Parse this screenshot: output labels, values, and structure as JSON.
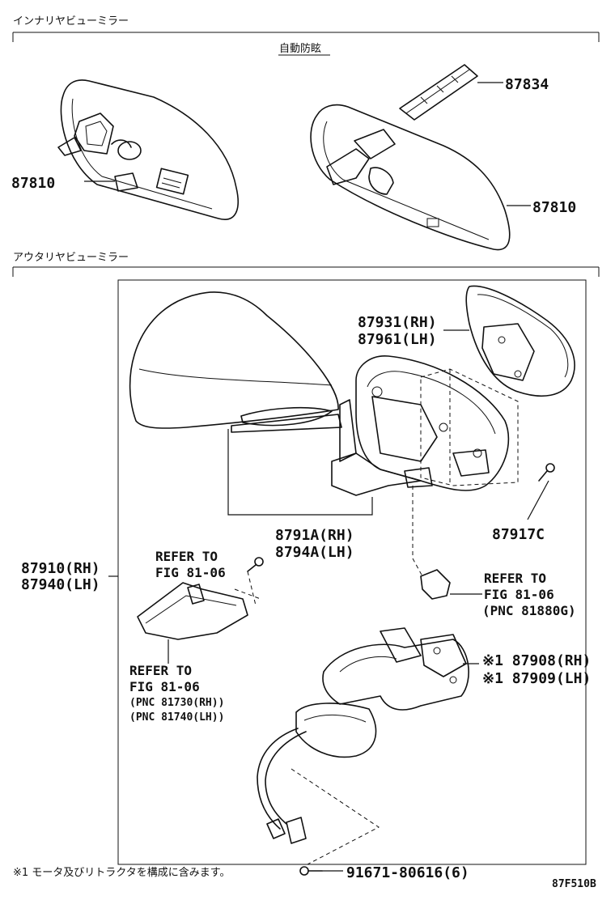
{
  "sections": {
    "inner_title": "インナリヤビューミラー",
    "inner_sub": "自動防眩",
    "outer_title": "アウタリヤビューミラー"
  },
  "parts": {
    "p87834": "87834",
    "p87810_left": "87810",
    "p87810_right": "87810",
    "p87931": "87931(RH)",
    "p87961": "87961(LH)",
    "p87917c": "87917C",
    "p8791a": "8791A(RH)",
    "p8794a": "8794A(LH)",
    "p87910": "87910(RH)",
    "p87940": "87940(LH)",
    "p87908": "※1 87908(RH)",
    "p87909": "※1 87909(LH)",
    "p91671": "91671-80616(6)"
  },
  "refs": {
    "ref1_line1": "REFER TO",
    "ref1_line2": "FIG 81-06",
    "ref2_line1": "REFER TO",
    "ref2_line2": "FIG 81-06",
    "ref2_line3": "(PNC 81880G)",
    "ref3_line1": "REFER TO",
    "ref3_line2": "FIG 81-06",
    "ref3_line3": "(PNC 81730(RH))",
    "ref3_line4": "(PNC 81740(LH))"
  },
  "footnote": "※1 モータ及びリトラクタを構成に含みます。",
  "figure_code": "87F510B"
}
